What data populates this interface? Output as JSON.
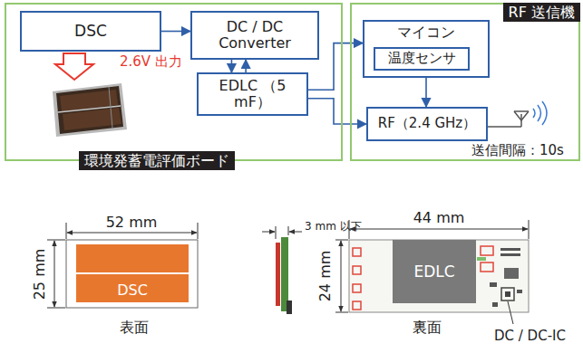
{
  "diagram": {
    "nodes": [
      {
        "text": [
          "環境発蓄電評価ボード"
        ]
      },
      {
        "text": [
          "DSC"
        ],
        "in": 0
      },
      {
        "text": [
          "DC / DC Converter"
        ],
        "in": 0
      },
      {
        "text": [
          "EDLC （5 mF）"
        ],
        "in": 0
      },
      {
        "text": [
          "RF 送信機"
        ]
      },
      {
        "text": [
          "マイコン"
        ],
        "in": 4
      },
      {
        "text": [
          "温度センサ"
        ],
        "in": 5
      },
      {
        "text": [
          "RF（2.4 GHz）"
        ],
        "in": 4
      },
      {
        "text": [
          "DSC"
        ]
      },
      {
        "text": [
          "EDLC"
        ]
      }
    ],
    "edges": [
      {
        "from": 1,
        "to": 2,
        "arrow": "to"
      },
      {
        "from": 2,
        "to": 3,
        "arrow": "to"
      },
      {
        "from": 3,
        "to": 2,
        "arrow": "to"
      },
      {
        "from": 3,
        "to": 5,
        "arrow": "to"
      },
      {
        "from": 3,
        "to": 7,
        "arrow": "to"
      },
      {
        "from": 5,
        "to": 7,
        "arrow": "to"
      }
    ],
    "labels": [
      "2.6V 出力",
      "送信間隔：10s",
      "52 mm",
      "25 mm",
      "表面",
      "3 mm 以下",
      "44 mm",
      "24 mm",
      "裏面",
      "DC / DC-IC"
    ]
  }
}
